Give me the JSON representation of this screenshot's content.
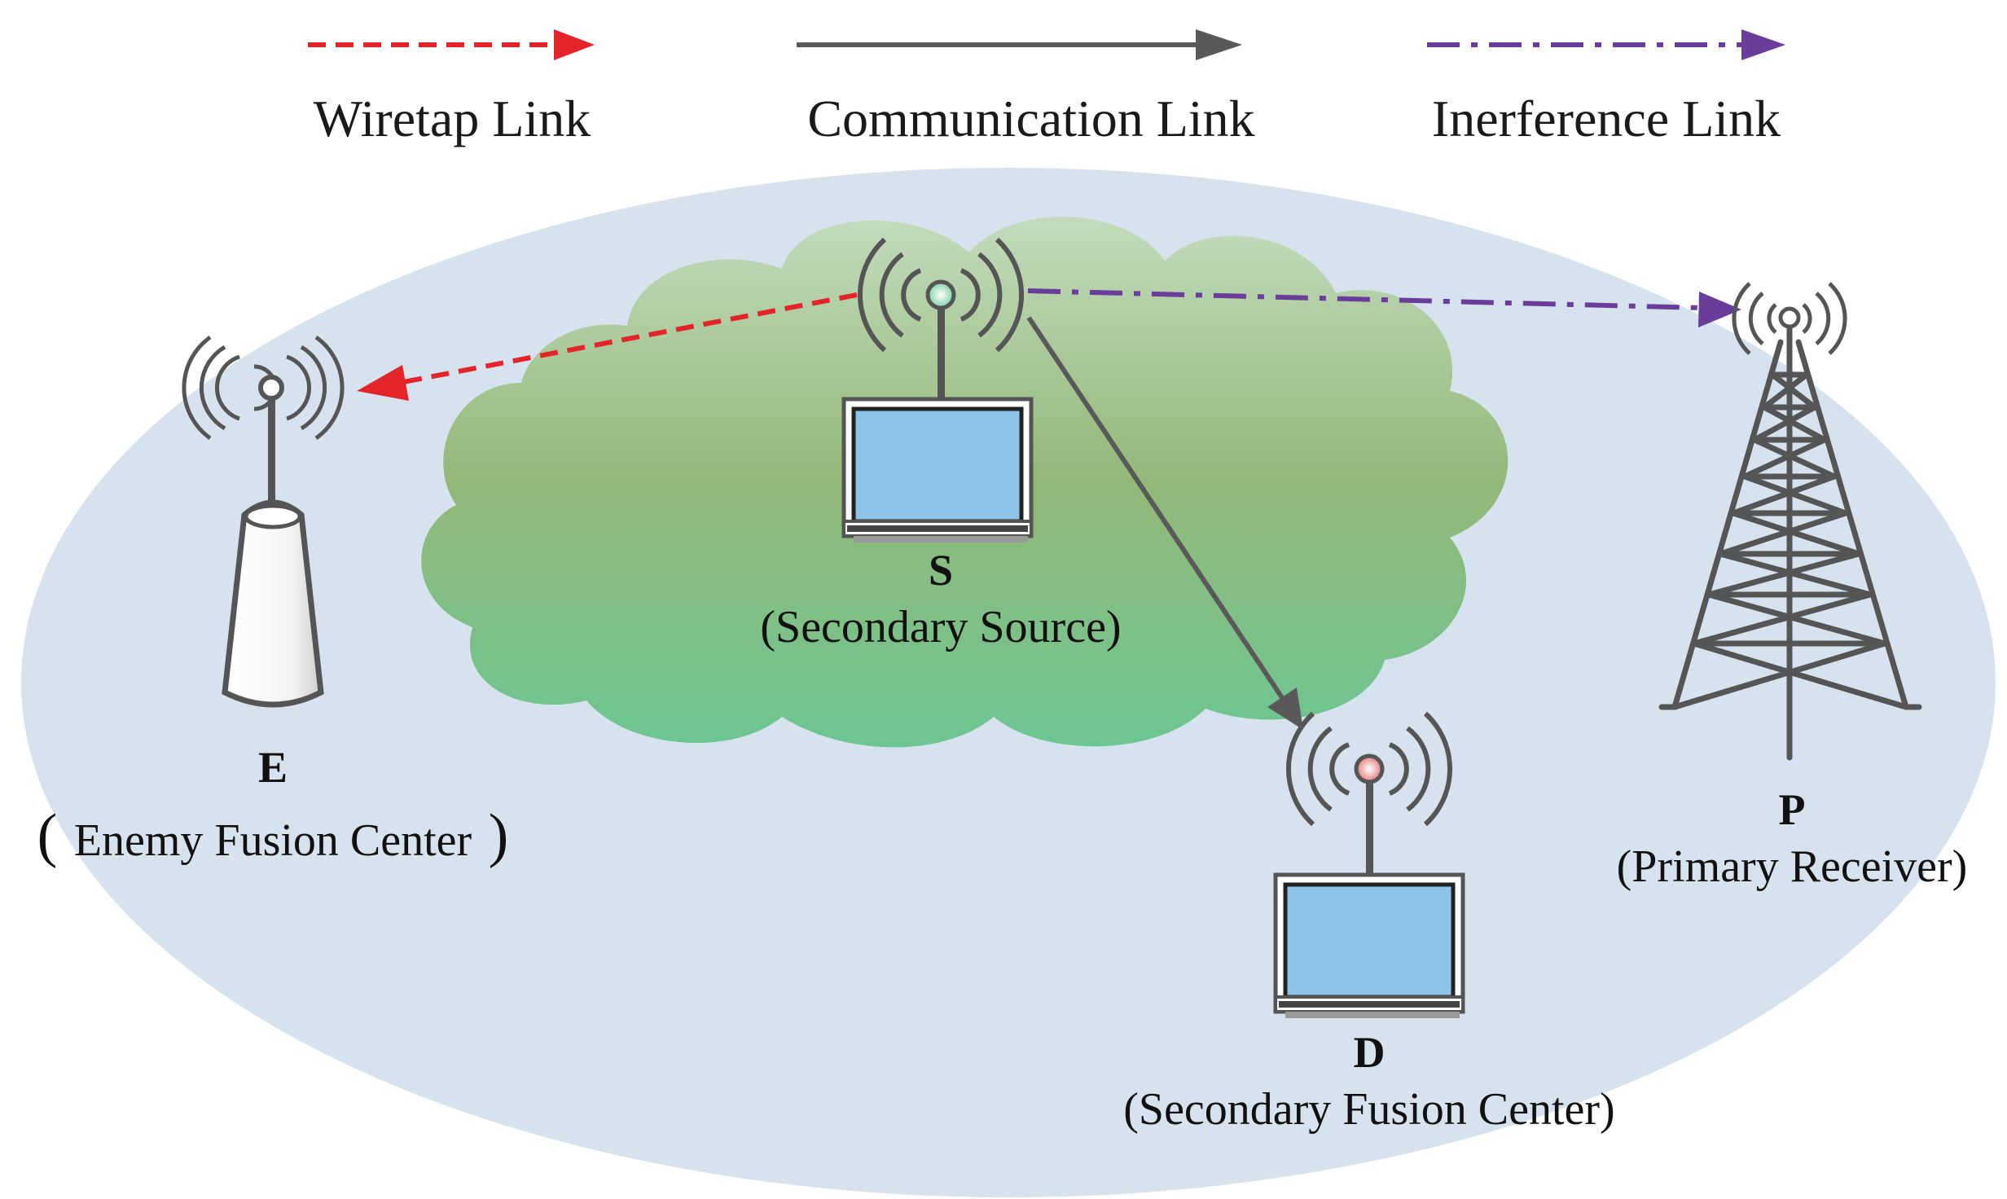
{
  "legend": {
    "wiretap": {
      "label": "Wiretap Link",
      "color": "#e3242b"
    },
    "communication": {
      "label": "Communication Link",
      "color": "#595959"
    },
    "interference": {
      "label": "Inerference Link",
      "color": "#6a3d9a"
    }
  },
  "nodes": {
    "source": {
      "letter": "S",
      "description": "(Secondary Source)"
    },
    "enemy": {
      "letter": "E",
      "description": "Enemy Fusion Center",
      "open_paren": "(",
      "close_paren": ")"
    },
    "destination": {
      "letter": "D",
      "description": "(Secondary Fusion Center)"
    },
    "primary": {
      "letter": "P",
      "description": "(Primary Receiver)"
    }
  },
  "colors": {
    "ellipse": "#d6e3ef",
    "cloud_top": "#bcd6b4",
    "cloud_mid": "#93b878",
    "cloud_bottom": "#6cc28c",
    "screen": "#8ec3e9"
  },
  "icons": {
    "enemy": "router-antenna-icon",
    "source": "laptop-antenna-icon",
    "destination": "laptop-antenna-icon",
    "primary": "cell-tower-icon"
  }
}
